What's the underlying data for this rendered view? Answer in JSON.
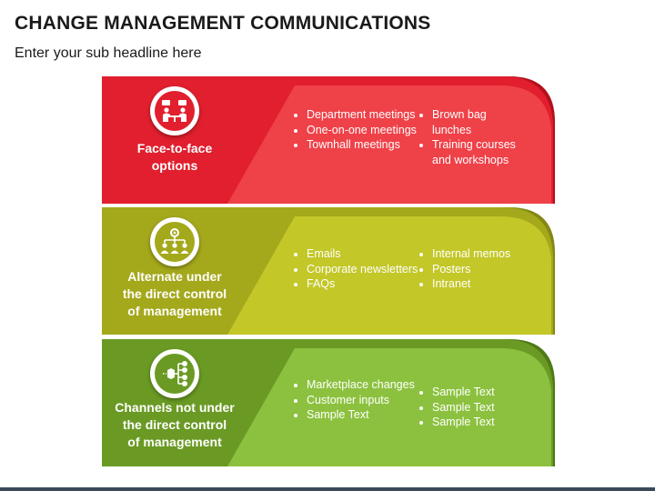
{
  "title": "CHANGE MANAGEMENT COMMUNICATIONS",
  "subtitle": "Enter your sub headline here",
  "rows": [
    {
      "label_lines": [
        "Face-to-face",
        "options"
      ],
      "icon": "meeting-people-icon",
      "colors": {
        "main": "#e11f2e",
        "accent": "#ef4148",
        "shadow": "#b3111d"
      },
      "col1": [
        "Department meetings",
        "One-on-one meetings",
        "Townhall meetings"
      ],
      "col2": [
        "Brown bag lunches",
        "Training courses and workshops"
      ]
    },
    {
      "label_lines": [
        "Alternate under",
        "the direct control",
        "of management"
      ],
      "icon": "org-hierarchy-icon",
      "colors": {
        "main": "#a4a81b",
        "accent": "#c3c728",
        "shadow": "#848813"
      },
      "col1": [
        "Emails",
        "Corporate newsletters",
        "FAQs"
      ],
      "col2": [
        "Internal memos",
        "Posters",
        "Intranet"
      ]
    },
    {
      "label_lines": [
        "Channels not under",
        "the direct control",
        "of management"
      ],
      "icon": "network-tree-icon",
      "colors": {
        "main": "#6a9a24",
        "accent": "#8cc13f",
        "shadow": "#4f7a16"
      },
      "col1": [
        "Marketplace changes",
        "Customer inputs",
        "Sample Text"
      ],
      "col2": [
        "Sample Text",
        "Sample Text",
        "Sample Text"
      ]
    }
  ]
}
